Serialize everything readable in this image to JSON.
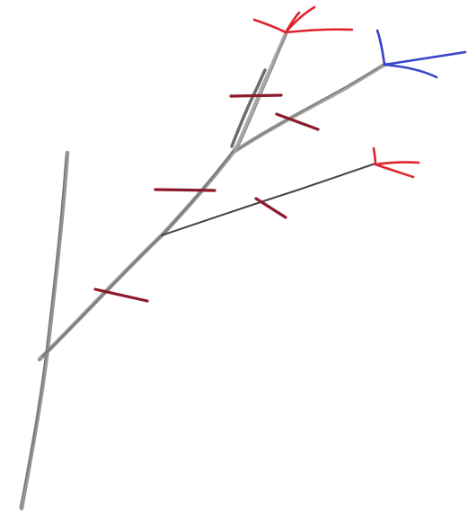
{
  "figure": {
    "description_visible_text": "",
    "colors": {
      "background": "#ffffff",
      "pencil": "#7a7a7a",
      "pencil_dark": "#4a4a4a",
      "pencil_light": "#a8a8a8",
      "cut_mark": "#8b1a2a",
      "red_tip": "#e0242e",
      "blue_tip": "#3a45c8"
    },
    "branches": [
      {
        "name": "main-stem"
      },
      {
        "name": "branch-main-diagonal"
      },
      {
        "name": "branch-upper-left"
      },
      {
        "name": "branch-upper-right"
      },
      {
        "name": "branch-lower-right"
      }
    ],
    "cut_marks_count": 5,
    "tips": [
      {
        "name": "red-tip-top",
        "color": "red"
      },
      {
        "name": "blue-tip-right",
        "color": "blue"
      },
      {
        "name": "red-tip-lower-right",
        "color": "red"
      }
    ]
  }
}
